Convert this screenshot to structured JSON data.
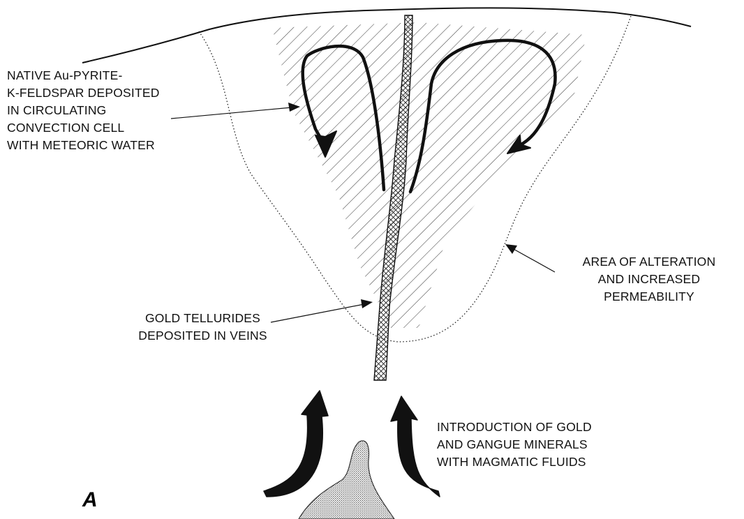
{
  "diagram": {
    "panel_letter": "A",
    "labels": {
      "convection": {
        "lines": [
          "NATIVE Au-PYRITE-",
          "K-FELDSPAR DEPOSITED",
          "IN CIRCULATING",
          "CONVECTION CELL",
          "WITH METEORIC WATER"
        ]
      },
      "alteration": {
        "lines": [
          "AREA OF ALTERATION",
          "AND INCREASED",
          "PERMEABILITY"
        ]
      },
      "tellurides": {
        "lines": [
          "GOLD TELLURIDES",
          "DEPOSITED IN VEINS"
        ]
      },
      "magmatic": {
        "lines": [
          "INTRODUCTION OF GOLD",
          "AND GANGUE MINERALS",
          "WITH MAGMATIC FLUIDS"
        ]
      }
    },
    "colors": {
      "ink": "#111111",
      "background": "#ffffff",
      "hatch": "#444444",
      "stipple": "#555555"
    }
  }
}
